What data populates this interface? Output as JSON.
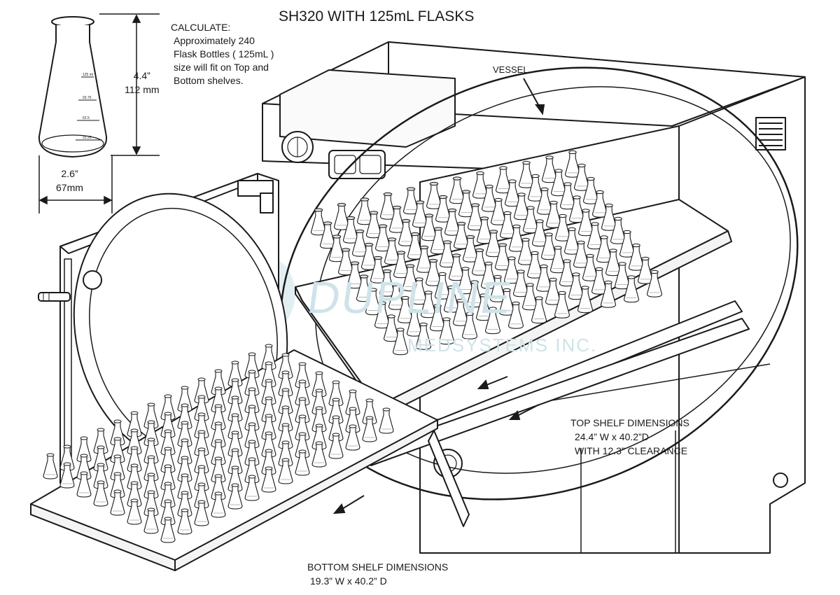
{
  "title": "SH320 WITH 125mL FLASKS",
  "calculate": {
    "heading": "CALCULATE:",
    "lines": [
      "Approximately  240",
      "Flask Bottles ( 125mL )",
      "size will fit on Top and",
      "Bottom shelves."
    ]
  },
  "flask_dimensions": {
    "height_in": "4.4”",
    "height_mm": "112 mm",
    "width_in": "2.6”",
    "width_mm": "67mm"
  },
  "flask_graduations": [
    "125 ml",
    "93.75",
    "62.5",
    "31.25"
  ],
  "vessel_label": "VESSEL",
  "top_shelf": {
    "heading": "TOP SHELF DIMENSIONS",
    "size": "24.4” W x 40.2”D",
    "clearance": "WITH 12.3” CLEARANCE"
  },
  "bottom_shelf": {
    "heading": "BOTTOM SHELF DIMENSIONS",
    "size": "19.3” W x 40.2” D"
  },
  "watermark": {
    "line1": "DUPLINE",
    "line2": "MEDSYSTEMS INC."
  },
  "colors": {
    "line": "#1a1a1a",
    "watermark": "#cfe3e8"
  }
}
